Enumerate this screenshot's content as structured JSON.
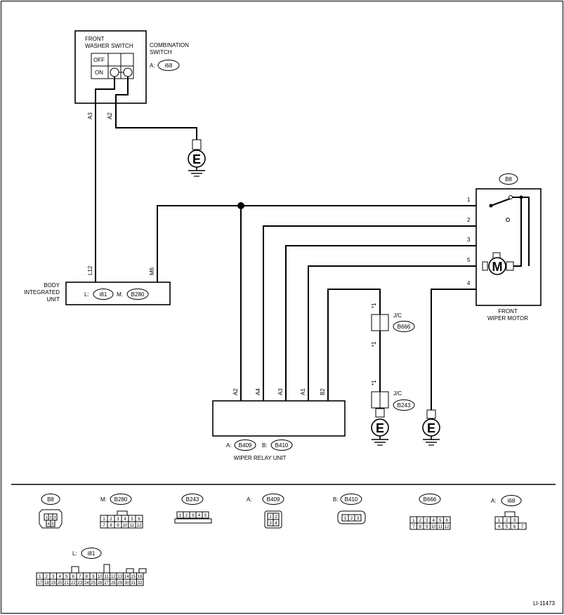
{
  "switch": {
    "title_1": "FRONT",
    "title_2": "WASHER SWITCH",
    "off": "OFF",
    "on": "ON",
    "combo_1": "COMBINATION",
    "combo_2": "SWITCH",
    "combo_prefix": "A:",
    "combo_conn": "i68",
    "pin_a3": "A3",
    "pin_a2": "A2"
  },
  "ground_symbol": "E",
  "body_unit": {
    "label_1": "BODY",
    "label_2": "INTEGRATED",
    "label_3": "UNIT",
    "l_prefix": "L:",
    "l_conn": "i81",
    "m_prefix": "M:",
    "m_conn": "B280",
    "pin_l12": "L12",
    "pin_m6": "M6"
  },
  "motor": {
    "conn": "B8",
    "symbol": "M",
    "label_1": "FRONT",
    "label_2": "WIPER MOTOR",
    "pins": [
      "1",
      "2",
      "3",
      "5",
      "4"
    ]
  },
  "jc": {
    "mark": "*1",
    "label": "J/C",
    "conn_upper": "B666",
    "conn_lower": "B243"
  },
  "relay": {
    "pins": [
      "A2",
      "A4",
      "A3",
      "A1",
      "B2"
    ],
    "a_prefix": "A:",
    "a_conn": "B409",
    "b_prefix": "B:",
    "b_conn": "B410",
    "label": "WIPER RELAY UNIT"
  },
  "legend": {
    "b8": {
      "name": "B8",
      "rows": [
        [
          "1",
          "2",
          "3"
        ],
        [
          "4",
          "5"
        ]
      ]
    },
    "b280": {
      "prefix": "M:",
      "name": "B280",
      "rows": [
        [
          "1",
          "2",
          "3",
          "4",
          "5",
          "6"
        ],
        [
          "7",
          "8",
          "9",
          "10",
          "11",
          "12"
        ]
      ]
    },
    "b243": {
      "name": "B243",
      "rows": [
        [
          "1",
          "2",
          "3",
          "4",
          "5"
        ]
      ]
    },
    "b409": {
      "prefix": "A:",
      "name": "B409",
      "rows": [
        [
          "1",
          "2"
        ],
        [
          "3",
          "4"
        ]
      ]
    },
    "b410": {
      "prefix": "B:",
      "name": "B410",
      "rows": [
        [
          "1",
          "2",
          "3"
        ]
      ]
    },
    "b666": {
      "name": "B666",
      "rows": [
        [
          "1",
          "2",
          "3",
          "4",
          "5",
          "6"
        ],
        [
          "7",
          "8",
          "9",
          "10",
          "11",
          "12"
        ]
      ]
    },
    "i68": {
      "prefix": "A:",
      "name": "i68",
      "rows": [
        [
          "1",
          "2",
          "3"
        ],
        [
          "4",
          "5",
          "6",
          "7"
        ]
      ]
    },
    "i81": {
      "prefix": "L:",
      "name": "i81",
      "rows": [
        [
          "1",
          "2",
          "3",
          "4",
          "5",
          "6",
          "7",
          "8",
          "9",
          "10",
          "11",
          "12",
          "13",
          "14",
          "15",
          "16"
        ],
        [
          "17",
          "18",
          "19",
          "20",
          "21",
          "22",
          "23",
          "24",
          "25",
          "26",
          "27",
          "28",
          "29",
          "30",
          "31",
          "32"
        ]
      ]
    }
  },
  "ref_code": "LI-11473"
}
